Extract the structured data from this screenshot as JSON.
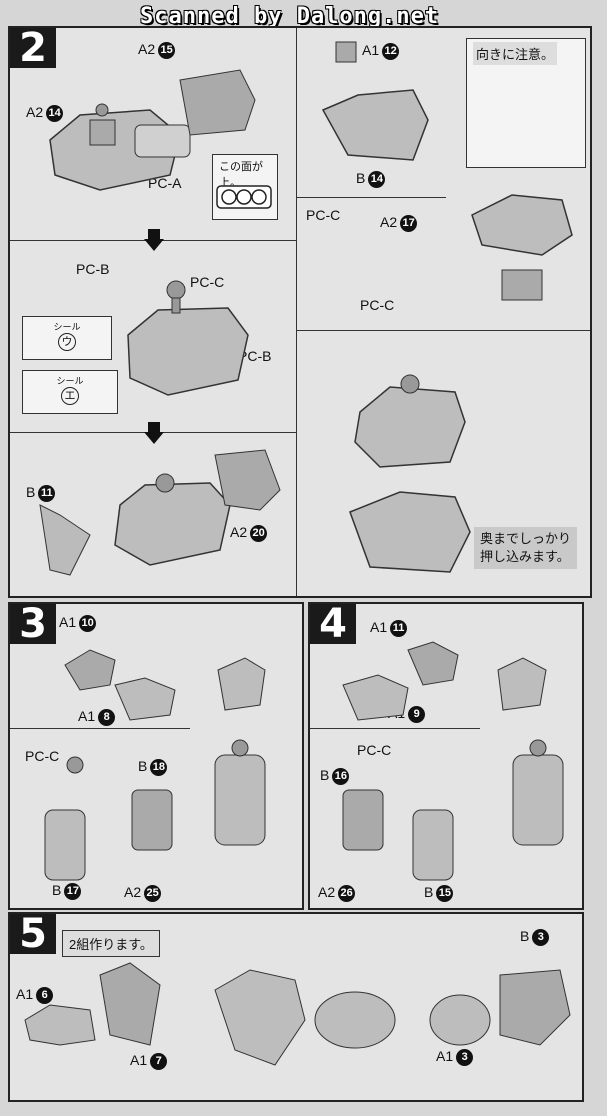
{
  "watermark": "Scanned by Dalong.net",
  "steps": {
    "s2": "2",
    "s3": "3",
    "s4": "4",
    "s5": "5"
  },
  "step2": {
    "a2_15": {
      "p": "A2",
      "n": "15"
    },
    "a2_14": {
      "p": "A2",
      "n": "14"
    },
    "pca": "PC-A",
    "face_up_note": "この面が上。",
    "pcb_left": "PC-B",
    "pcc_top": "PC-C",
    "sticker_u_label": "シール",
    "sticker_u_char": "ウ",
    "sticker_e_label": "シール",
    "sticker_e_char": "エ",
    "pcb_right": "PC-B",
    "b11": {
      "p": "B",
      "n": "11"
    },
    "a2_20": {
      "p": "A2",
      "n": "20"
    },
    "a1_12": {
      "p": "A1",
      "n": "12"
    },
    "b14": {
      "p": "B",
      "n": "14"
    },
    "orientation_note": "向きに注意。",
    "pcc_a": "PC-C",
    "a2_17": {
      "p": "A2",
      "n": "17"
    },
    "pcc_b": "PC-C",
    "push_note_1": "奥までしっかり",
    "push_note_2": "押し込みます。"
  },
  "step3": {
    "a1_10": {
      "p": "A1",
      "n": "10"
    },
    "a1_8": {
      "p": "A1",
      "n": "8"
    },
    "pcc": "PC-C",
    "b18": {
      "p": "B",
      "n": "18"
    },
    "b17": {
      "p": "B",
      "n": "17"
    },
    "a2_25": {
      "p": "A2",
      "n": "25"
    }
  },
  "step4": {
    "a1_11": {
      "p": "A1",
      "n": "11"
    },
    "a1_9": {
      "p": "A1",
      "n": "9"
    },
    "pcc": "PC-C",
    "b16": {
      "p": "B",
      "n": "16"
    },
    "a2_26": {
      "p": "A2",
      "n": "26"
    },
    "b15": {
      "p": "B",
      "n": "15"
    }
  },
  "step5": {
    "make_two": "2組作ります。",
    "a1_6": {
      "p": "A1",
      "n": "6"
    },
    "a1_7": {
      "p": "A1",
      "n": "7"
    },
    "b3": {
      "p": "B",
      "n": "3"
    },
    "a1_3": {
      "p": "A1",
      "n": "3"
    }
  },
  "icons": [
    "arrow-down-icon",
    "part-arrow-icon",
    "sticker-icon"
  ]
}
